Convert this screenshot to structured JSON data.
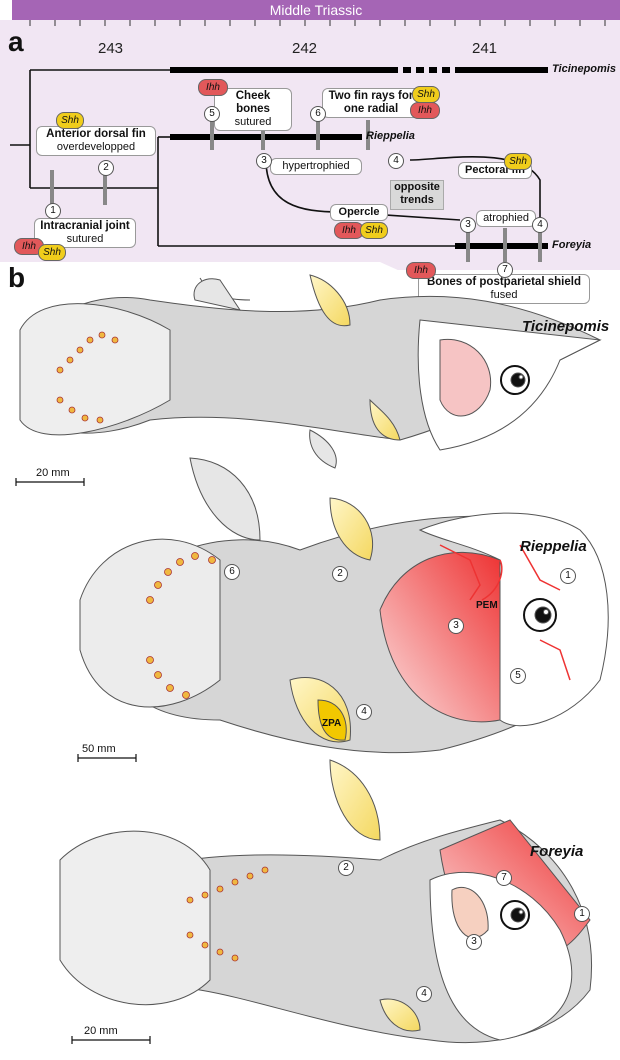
{
  "panel_a": {
    "label": "a",
    "period": "Middle Triassic",
    "time_ticks": [
      "243",
      "242",
      "241"
    ],
    "taxa": [
      "Ticinepomis",
      "Rieppelia",
      "Foreyia"
    ],
    "characters": {
      "anterior_dorsal_fin": {
        "title": "Anterior dorsal fin",
        "state": "overdevelopped"
      },
      "intracranial_joint": {
        "title": "Intracranial joint",
        "state": "sutured"
      },
      "cheek_bones": {
        "title": "Cheek bones",
        "state": "sutured"
      },
      "fin_rays": {
        "title": "Two fin rays for",
        "title2": "one radial"
      },
      "hypertrophied": "hypertrophied",
      "pectoral_fin": "Pectoral fin",
      "opposite_trends": [
        "opposite",
        "trends"
      ],
      "opercle": "Opercle",
      "atrophied": "atrophied",
      "postparietal": {
        "title": "Bones of postparietal shield",
        "state": "fused"
      }
    },
    "node_numbers": [
      "1",
      "2",
      "3",
      "3",
      "4",
      "4",
      "5",
      "6",
      "7"
    ],
    "genes": {
      "ihh": "Ihh",
      "shh": "Shh"
    }
  },
  "panel_b": {
    "label": "b",
    "fish": [
      {
        "name": "Ticinepomis",
        "scale": "20 mm"
      },
      {
        "name": "Rieppelia",
        "scale": "50 mm",
        "labels": [
          "6",
          "2",
          "1",
          "3",
          "5",
          "4",
          "PEM",
          "ZPA"
        ]
      },
      {
        "name": "Foreyia",
        "scale": "20 mm",
        "labels": [
          "2",
          "7",
          "1",
          "3",
          "4"
        ]
      }
    ]
  },
  "colors": {
    "period": "#a565b5",
    "panel_bg": "#f1e6f3",
    "ihh": "#e2585a",
    "shh": "#f0cd1b",
    "body": "#d6d6d6",
    "red": "#e44"
  }
}
